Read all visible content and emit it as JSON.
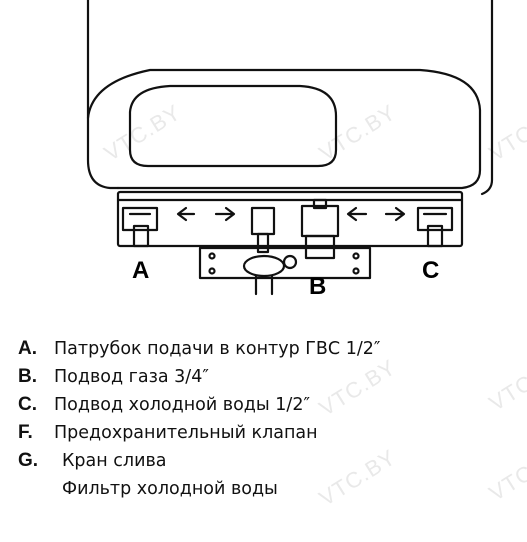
{
  "diagram": {
    "labels": {
      "a": "A",
      "b": "B",
      "c": "C"
    },
    "watermark": "VTC.BY"
  },
  "legend": [
    {
      "key": "A.",
      "text": "Патрубок подачи в контур ГВС 1/2″"
    },
    {
      "key": "B.",
      "text": "Подвод газа 3/4″"
    },
    {
      "key": "C.",
      "text": "Подвод холодной воды 1/2″"
    },
    {
      "key": "F.",
      "text": "Предохранительный клапан"
    },
    {
      "key": "G.",
      "text": "Кран слива"
    }
  ],
  "legend_extra": "Фильтр холодной воды"
}
